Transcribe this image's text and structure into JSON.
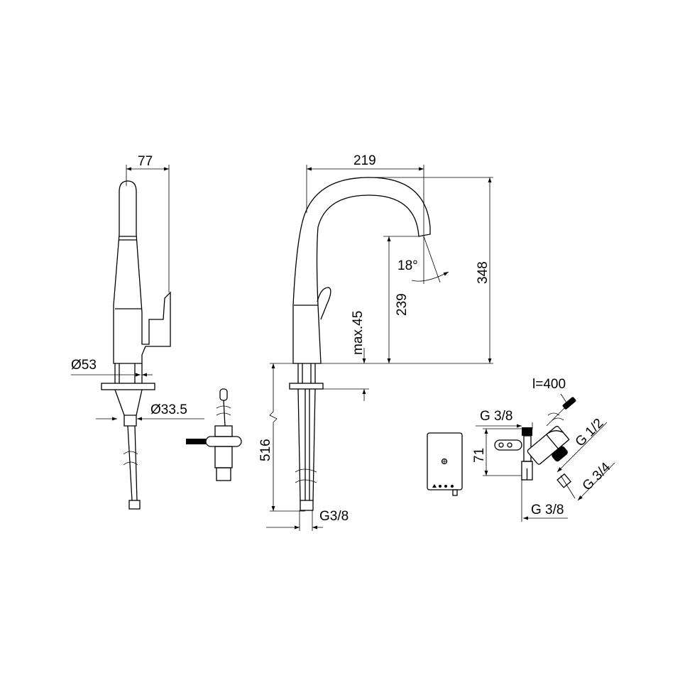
{
  "dimensions": {
    "side_width": "77",
    "spout_reach": "219",
    "total_height": "348",
    "spout_height": "239",
    "max_deck_thickness": "max.45",
    "spout_angle": "18°",
    "base_diameter": "Ø53",
    "hole_diameter": "Ø33.5",
    "hose_length": "516",
    "hose_thread": "G3/8",
    "cable_length": "l=400",
    "valve_inlet_top": "G 3/8",
    "valve_thread_1": "G 1/2",
    "valve_height": "71",
    "valve_thread_2": "G 3/4",
    "valve_inlet_bottom": "G 3/8"
  },
  "colors": {
    "stroke": "#000000",
    "background": "#ffffff"
  }
}
